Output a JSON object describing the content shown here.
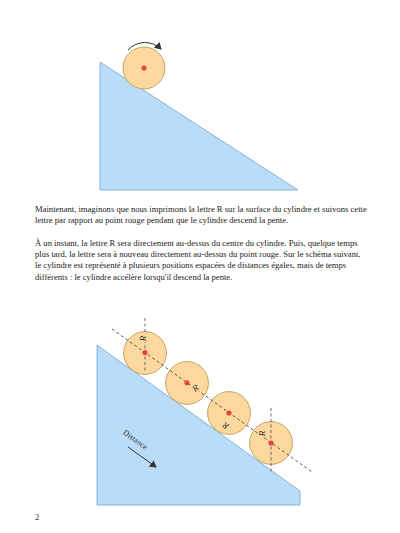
{
  "diagram": {
    "nodes": [
      {
        "text": [
          "R"
        ]
      },
      {
        "text": [
          "R"
        ]
      },
      {
        "text": [
          "R"
        ]
      },
      {
        "text": [
          "R"
        ]
      }
    ],
    "labels": [
      "Maintenant, imaginons que nous imprimons la lettre R sur la surface du cylindre et suivons cette lettre par rapport au point rouge pendant que le cylindre descend la pente.",
      "À un instant, la lettre R sera directement au-dessus du centre du cylindre. Puis, quelque temps plus tard, la lettre sera à nouveau directement au-dessus du point rouge. Sur le schéma suivant, le cylindre est représenté à plusieurs positions espacées de distances égales, mais de temps différents : le cylindre accélère lorsqu'il descend la pente.",
      "Distance",
      "2"
    ]
  }
}
